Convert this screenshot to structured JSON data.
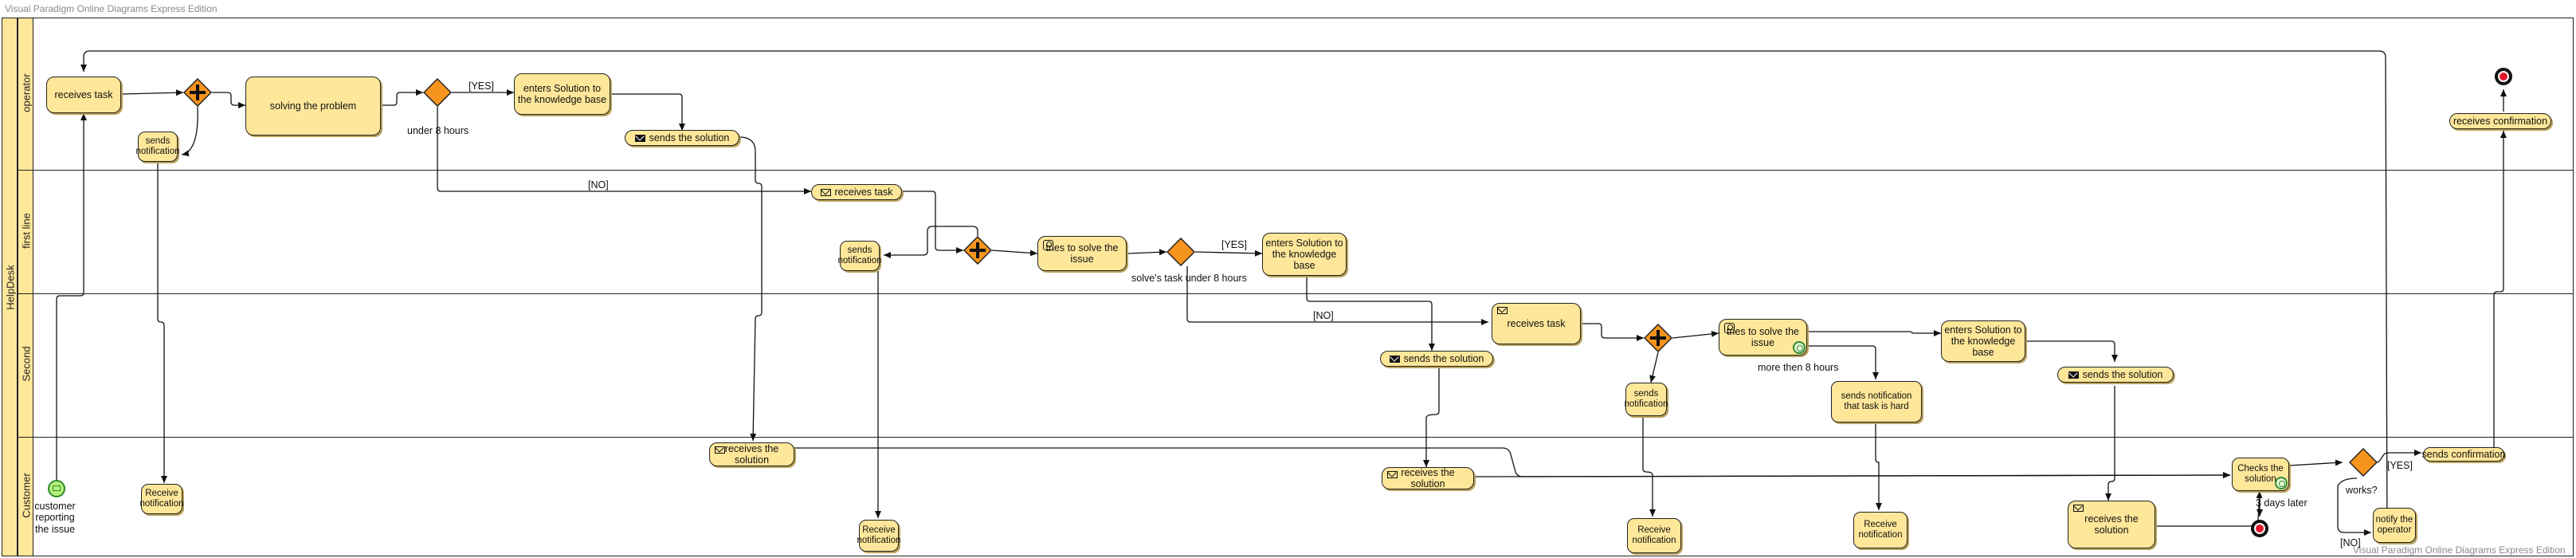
{
  "watermark": {
    "top": "Visual Paradigm Online Diagrams Express Edition",
    "bottom": "Visual Paradigm Online Diagrams Express Edition"
  },
  "pool": {
    "name": "HelpDesk"
  },
  "lanes": {
    "operator": "operator",
    "first_line": "first line",
    "second": "Second",
    "customer": "Customer"
  },
  "tasks": {
    "op_receives_task": "receives task",
    "op_sends_notification": "sends notification",
    "op_solving_problem": "solving the problem",
    "op_enters_solution": "enters Solution to the knowledge base",
    "op_sends_solution": "sends the solution",
    "op_receives_confirmation": "receives confirmation",
    "fl_receives_task": "receives task",
    "fl_sends_notification": "sends notification",
    "fl_tries_to_solve": "tries to solve the issue",
    "fl_enters_solution": "enters Solution to the knowledge base",
    "sc_receives_task": "receives task",
    "sc_sends_solution_left": "sends the solution",
    "sc_tries_to_solve": "tries to solve the issue",
    "sc_sends_notification": "sends notification",
    "sc_sends_notification_hard": "sends notification that task is hard",
    "sc_enters_solution": "enters Solution to the knowledge base",
    "sc_sends_solution_right": "sends the solution",
    "cu_receive_notification_1": "Receive notification",
    "cu_receives_solution_1": "receives the solution",
    "cu_receive_notification_2": "Receive notification",
    "cu_receives_solution_2": "receives the solution",
    "cu_receive_notification_3": "Receive notification",
    "cu_receive_notification_4": "Receive notification",
    "cu_receives_solution_3": "receives the solution",
    "cu_checks_solution": "Checks the solution",
    "cu_notify_operator": "notify the operator",
    "cu_sends_confirmation": "sends confirmation"
  },
  "labels": {
    "yes_op": "[YES]",
    "under_8_hours": "under 8 hours",
    "no_op": "[NO]",
    "yes_fl": "[YES]",
    "solves_task_under_8": "solve's task under 8 hours",
    "no_fl": "[NO]",
    "more_than_8": "more then 8 hours",
    "customer_reporting": "customer reporting the issue",
    "days_later": "3 days later",
    "works": "works?",
    "yes_cu": "[YES]",
    "no_cu": "[NO]"
  },
  "colors": {
    "task_fill": "#ffe79a",
    "gateway_fill": "#f7941d",
    "start_event": "#b6f07a",
    "end_event": "#e2162e"
  }
}
